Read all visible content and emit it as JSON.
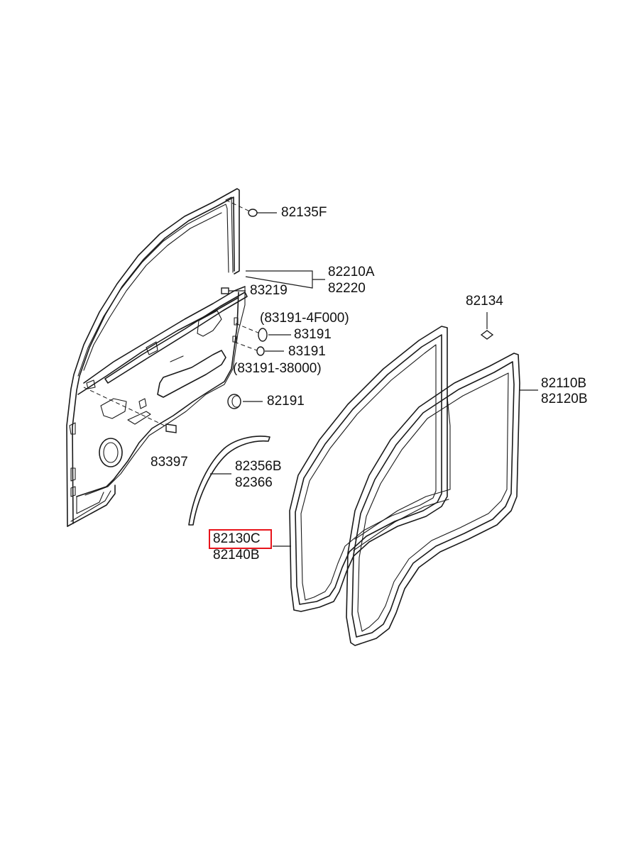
{
  "callouts": {
    "c82135F": "82135F",
    "c82210A": "82210A",
    "c82220": "82220",
    "c83219": "83219",
    "c83191_4F000": "(83191-4F000)",
    "c83191_a": "83191",
    "c83191_b": "83191",
    "c83191_38000": "(83191-38000)",
    "c82191": "82191",
    "c83397": "83397",
    "c82356B": "82356B",
    "c82366": "82366",
    "c82134": "82134",
    "c82110B": "82110B",
    "c82120B": "82120B",
    "c82130C": "82130C",
    "c82140B": "82140B"
  },
  "highlight": {
    "part_number": "82130C",
    "color": "#e8141b"
  },
  "parts": [
    "front-door-panel",
    "door-frame-weatherstrip",
    "door-body-weatherstrip",
    "belt-moulding",
    "plug-hole",
    "fastener-clip",
    "arch-trim-strip",
    "small-clip"
  ]
}
